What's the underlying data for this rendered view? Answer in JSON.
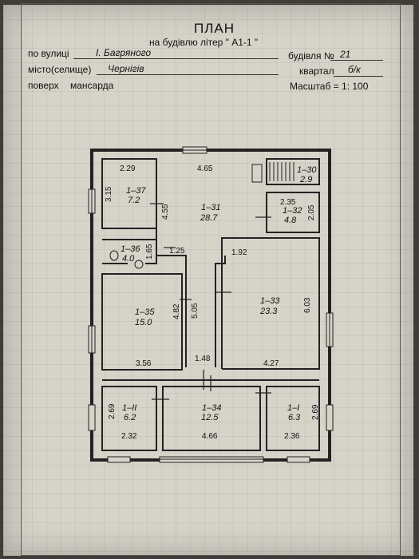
{
  "header": {
    "title": "ПЛАН",
    "subtitle": "на будівлю літер \" А1-1      \"",
    "street_label": "по вулиці",
    "street_value": "І. Багряного",
    "building_label": "будівля №",
    "building_value": "21",
    "city_label": "місто(селище)",
    "city_value": "Чернігів",
    "block_label": "квартал",
    "block_value": "б/к",
    "floor_label": "поверх",
    "floor_value": "мансарда",
    "scale_label": "Масштаб = 1: 100"
  },
  "rooms": {
    "r37": {
      "id": "1–37",
      "area": "7.2",
      "w": "2.29",
      "h": "3.15"
    },
    "r31": {
      "id": "1–31",
      "area": "28.7",
      "w": "4.65",
      "h": "4.55"
    },
    "r30": {
      "id": "1–30",
      "area": "2.9"
    },
    "r32": {
      "id": "1–32",
      "area": "4.8",
      "w": "2.35",
      "h": "2.05"
    },
    "r36": {
      "id": "1–36",
      "area": "4.0",
      "h": "1.65"
    },
    "corridor": {
      "w1": "1.25",
      "w2": "1.92"
    },
    "r35": {
      "id": "1–35",
      "area": "15.0",
      "w": "3.56",
      "h": "4.82"
    },
    "r33": {
      "id": "1–33",
      "area": "23.3",
      "w": "4.27",
      "h": "6.03"
    },
    "hall": {
      "h": "5.05",
      "w": "1.48"
    },
    "r11": {
      "id": "1–ІІ",
      "area": "6.2",
      "w": "2.32",
      "h": "2.69"
    },
    "r34": {
      "id": "1–34",
      "area": "12.5",
      "w": "4.66"
    },
    "r1": {
      "id": "1–І",
      "area": "6.3",
      "w": "2.36",
      "h": "2.69"
    }
  }
}
